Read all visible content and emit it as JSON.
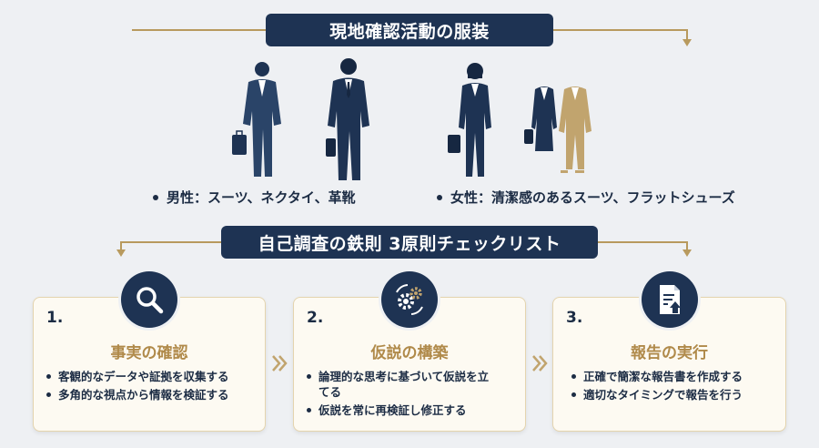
{
  "top_banner": {
    "title": "現地確認活動の服装"
  },
  "attire": {
    "men": "男性：スーツ、ネクタイ、革靴",
    "women": "女性：清潔感のあるスーツ、フラットシューズ"
  },
  "middle_banner": {
    "title": "自己調査の鉄則 3原則チェックリスト"
  },
  "cards": [
    {
      "number": "1.",
      "title": "事実の確認",
      "icon": "magnifier-icon",
      "items": [
        "客観的なデータや証拠を収集する",
        "多角的な視点から情報を検証する"
      ]
    },
    {
      "number": "2.",
      "title": "仮説の構築",
      "icon": "gears-cycle-icon",
      "items": [
        "論理的な思考に基づいて仮説を立てる",
        "仮説を常に再検証し修正する"
      ]
    },
    {
      "number": "3.",
      "title": "報告の実行",
      "icon": "report-upload-icon",
      "items": [
        "正確で簡潔な報告書を作成する",
        "適切なタイミングで報告を行う"
      ]
    }
  ],
  "colors": {
    "navy": "#1e3353",
    "gold": "#b89a5e",
    "card_title_gold": "#b08a4a",
    "background": "#eef0f3",
    "card_background": "#fdfaf2"
  }
}
